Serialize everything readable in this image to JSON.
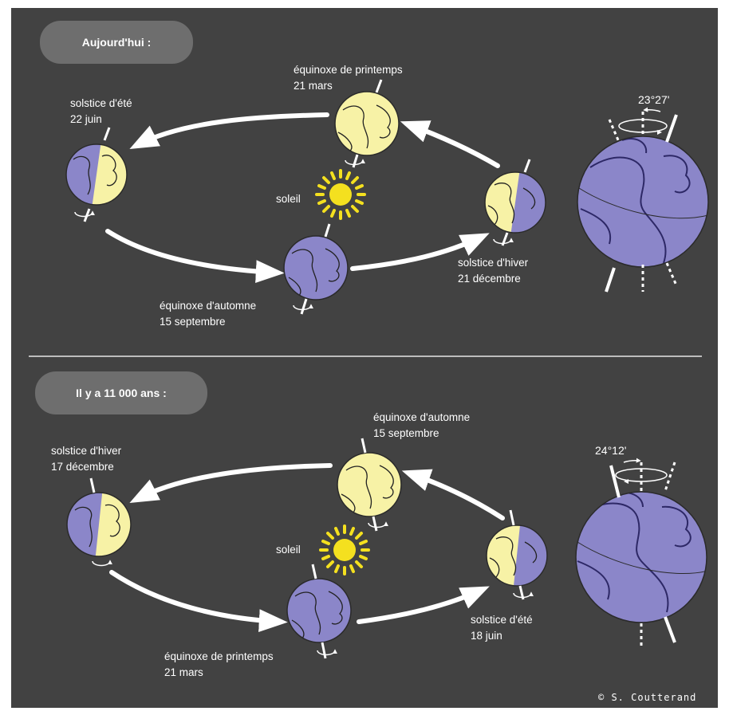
{
  "colors": {
    "background": "#424242",
    "day_side": "#f7f2a6",
    "night_side": "#8b86c9",
    "sun": "#f4e01f",
    "arrows": "#ffffff"
  },
  "top": {
    "header": "Aujourd'hui :",
    "summer_solstice": {
      "name": "solstice d'été",
      "date": "22 juin"
    },
    "spring_equinox": {
      "name": "équinoxe de printemps",
      "date": "21 mars"
    },
    "sun_label": "soleil",
    "winter_solstice": {
      "name": "solstice d'hiver",
      "date": "21 décembre"
    },
    "autumn_equinox": {
      "name": "équinoxe d'automne",
      "date": "15 septembre"
    },
    "tilt_angle": "23°27'"
  },
  "bottom": {
    "header": "Il y a  11 000 ans :",
    "winter_solstice": {
      "name": "solstice d'hiver",
      "date": "17 décembre"
    },
    "autumn_equinox": {
      "name": "équinoxe d'automne",
      "date": "15 septembre"
    },
    "sun_label": "soleil",
    "summer_solstice": {
      "name": "solstice d'été",
      "date": "18 juin"
    },
    "spring_equinox": {
      "name": "équinoxe de printemps",
      "date": "21 mars"
    },
    "tilt_angle": "24°12'"
  },
  "credit": "© S. Coutterand",
  "icons": [
    "earth-globe-icon",
    "sun-icon",
    "rotation-arrow-icon",
    "orbit-arrow-icon",
    "axis-tilt-icon"
  ]
}
